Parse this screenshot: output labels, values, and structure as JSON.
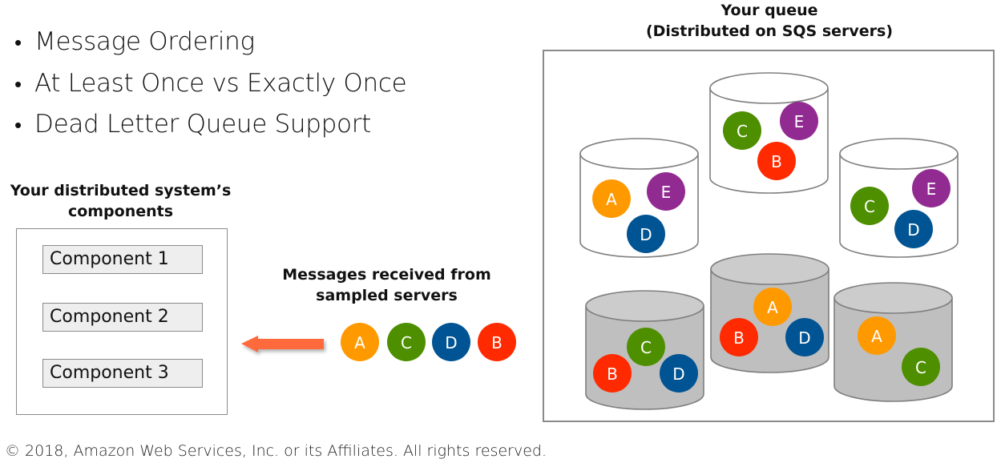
{
  "bullets": [
    "Message Ordering",
    "At Least Once vs Exactly Once",
    "Dead Letter Queue Support"
  ],
  "components_section": {
    "title_line1": "Your distributed system’s",
    "title_line2": "components",
    "components": [
      "Component 1",
      "Component 2",
      "Component 3"
    ]
  },
  "messages_section": {
    "title_line1": "Messages received from",
    "title_line2": "sampled servers",
    "received": [
      "A",
      "C",
      "D",
      "B"
    ],
    "arrow_direction": "left",
    "arrow_color": "#FF6A3D"
  },
  "queue_section": {
    "title_line1": "Your queue",
    "title_line2": "(Distributed on SQS servers)",
    "servers": [
      {
        "name": "server-top-left",
        "sampled": false,
        "messages": [
          "A",
          "E",
          "D"
        ]
      },
      {
        "name": "server-top-center",
        "sampled": false,
        "messages": [
          "C",
          "E",
          "B"
        ]
      },
      {
        "name": "server-top-right",
        "sampled": false,
        "messages": [
          "C",
          "E",
          "D"
        ]
      },
      {
        "name": "server-bottom-left",
        "sampled": true,
        "messages": [
          "C",
          "B",
          "D"
        ]
      },
      {
        "name": "server-bottom-center",
        "sampled": true,
        "messages": [
          "A",
          "B",
          "D"
        ]
      },
      {
        "name": "server-bottom-right",
        "sampled": true,
        "messages": [
          "A",
          "C"
        ]
      }
    ]
  },
  "message_colors": {
    "A": "#FF9900",
    "B": "#FF2A00",
    "C": "#4E8F00",
    "D": "#005493",
    "E": "#922B91"
  },
  "server_colors": {
    "unsampled": "#FFFFFF",
    "sampled": "#BFBFBF",
    "sampled_top": "#CCCCCC",
    "outline": "#7F7F7F"
  },
  "footer": "© 2018, Amazon Web Services, Inc. or its Affiliates. All rights reserved."
}
